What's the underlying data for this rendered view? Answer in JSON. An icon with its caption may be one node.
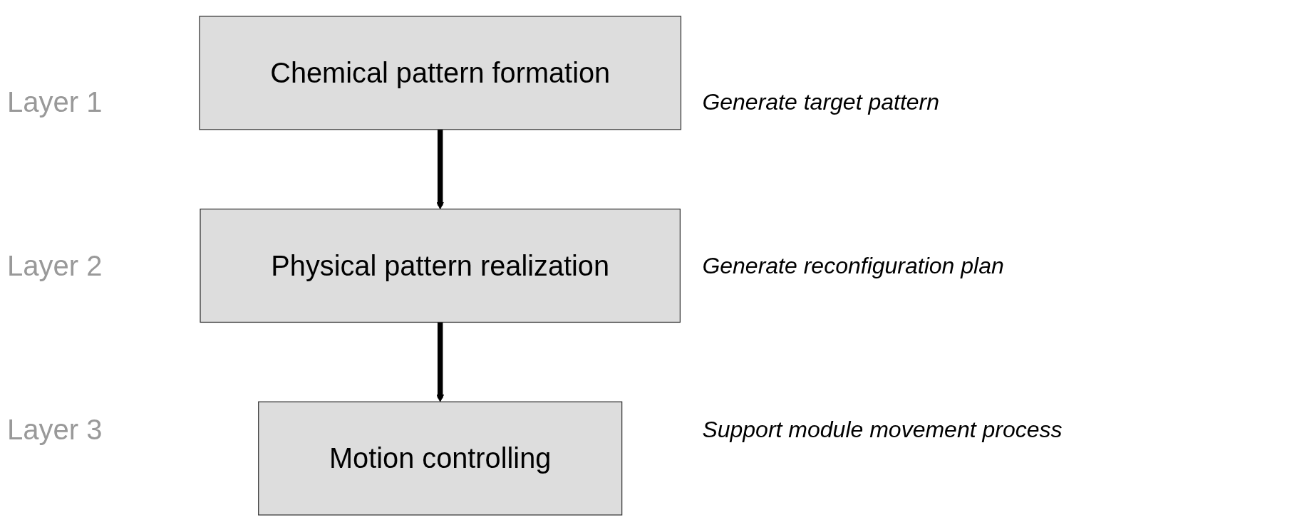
{
  "diagram": {
    "nodes": [
      {
        "text": [
          "Chemical pattern formation"
        ],
        "beside": [
          "Generate target pattern"
        ]
      },
      {
        "text": [
          "Physical pattern realization"
        ],
        "beside": [
          "Generate reconfiguration plan"
        ]
      },
      {
        "text": [
          "Motion controlling"
        ],
        "beside": [
          "Support module movement process"
        ]
      }
    ],
    "edges": [
      {
        "from": 0,
        "to": 1,
        "arrow": "to"
      },
      {
        "from": 1,
        "to": 2,
        "arrow": "to"
      }
    ],
    "labels": [
      "Layer 1",
      "Layer 2",
      "Layer 3"
    ]
  }
}
